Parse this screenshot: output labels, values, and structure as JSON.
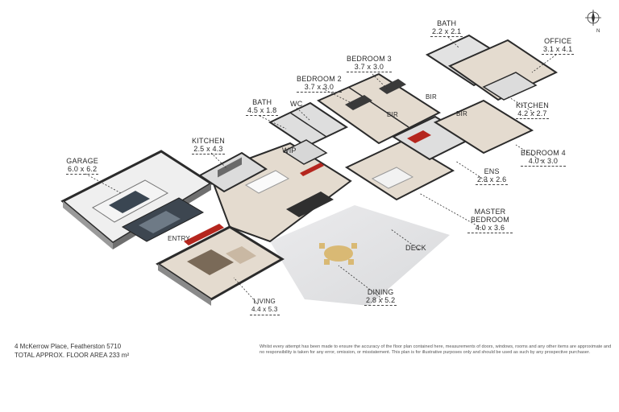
{
  "rooms": {
    "garage": {
      "name": "GARAGE",
      "dim": "6.0 x 6.2"
    },
    "kitchen1": {
      "name": "KITCHEN",
      "dim": "2.5 x 4.3"
    },
    "bath1": {
      "name": "BATH",
      "dim": "4.5 x 1.8"
    },
    "wc": {
      "name": "WC",
      "dim": ""
    },
    "wip": {
      "name": "WIP",
      "dim": ""
    },
    "bedroom2": {
      "name": "BEDROOM 2",
      "dim": "3.7 x 3.0"
    },
    "bedroom3": {
      "name": "BEDROOM 3",
      "dim": "3.7 x 3.0"
    },
    "bath2": {
      "name": "BATH",
      "dim": "2.2 x 2.1"
    },
    "office": {
      "name": "OFFICE",
      "dim": "3.1 x 4.1"
    },
    "kitchen2": {
      "name": "KITCHEN",
      "dim": "4.2 x 2.7"
    },
    "bedroom4": {
      "name": "BEDROOM 4",
      "dim": "4.0 x 3.0"
    },
    "ens": {
      "name": "ENS",
      "dim": "2.3 x 2.6"
    },
    "master": {
      "name": "MASTER BEDROOM",
      "dim": "4.0 x 3.6"
    },
    "deck": {
      "name": "DECK",
      "dim": ""
    },
    "dining": {
      "name": "DINING",
      "dim": "2.8 x 5.2"
    },
    "living": {
      "name": "LIVING",
      "dim": "4.4 x 5.3"
    },
    "entry": {
      "name": "ENTRY",
      "dim": ""
    },
    "bir1": {
      "name": "BIR",
      "dim": ""
    },
    "bir2": {
      "name": "BIR",
      "dim": ""
    },
    "bir3": {
      "name": "BIR",
      "dim": ""
    }
  },
  "footer": {
    "address": "4 McKerrow Place, Featherston 5710",
    "area": "TOTAL APPROX. FLOOR AREA 233 m²",
    "disclaimer": "Whilst every attempt has been made to ensure the accuracy of the floor plan contained here, measurements of doors, windows, rooms and any other items are approximate and no responsibility is taken for any error, omission, or misstatement. This plan is for illustrative purposes only and should be used as such by any prospective purchaser."
  },
  "compass": {
    "letter": "N",
    "icon": "compass-icon"
  },
  "colors": {
    "wall": "#2b2b2b",
    "floor_wood": "#e6ddd2",
    "floor_tile": "#ececec",
    "deck": "#e2e2e4",
    "accent_red": "#b5261e"
  }
}
